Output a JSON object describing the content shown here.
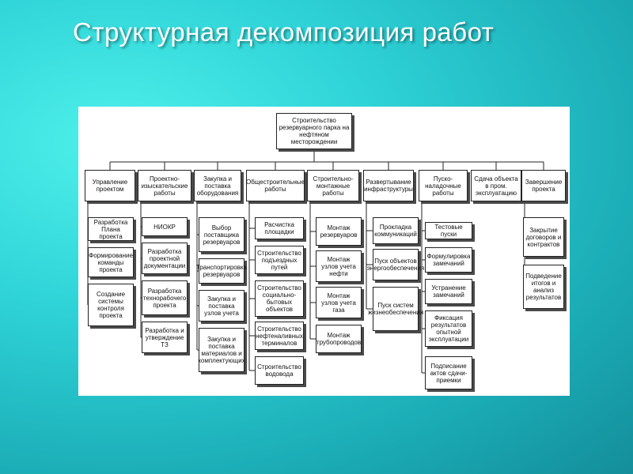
{
  "title": "Структурная декомпозиция работ",
  "root": "Строительство резервуарного парка на нефтяном месторождении",
  "branches": [
    {
      "label": "Управление проектом",
      "children": [
        "Разработка Плана проекта",
        "Формирование команды проекта",
        "Создание системы контроля проекта"
      ]
    },
    {
      "label": "Проектно-изыскательские работы",
      "children": [
        "НИОКР",
        "Разработка проектной документации",
        "Разработка технорабочего проекта",
        "Разработка и утверждение ТЗ"
      ]
    },
    {
      "label": "Закупка и поставка оборудования",
      "children": [
        "Выбор поставщика резервуаров",
        "Транспортировка резервуаров",
        "Закупка и поставка узлов учета",
        "Закупка и поставка материалов и комплектующих"
      ]
    },
    {
      "label": "Общестроительные работы",
      "children": [
        "Расчистка площадки",
        "Строительство подъездных путей",
        "Строительство социально-бытовых объектов",
        "Строительство нефтеналивных терминалов",
        "Строительство водовода"
      ]
    },
    {
      "label": "Строительно-монтажные работы",
      "children": [
        "Монтаж резервуаров",
        "Монтаж узлов учета нефти",
        "Монтаж узлов учета газа",
        "Монтаж трубопроводов"
      ]
    },
    {
      "label": "Развертывание инфраструктуры",
      "children": [
        "Прокладка коммуникаций",
        "Пуск объектов энергообеспечения",
        "Пуск систем жизнеобеспечения"
      ]
    },
    {
      "label": "Пуско-наладочные работы",
      "children": [
        "Тестовые пуски",
        "Формулировка замечаний",
        "Устранение замечаний",
        "Фиксация результатов опытной эксплуатации",
        "Подписание актов сдачи-приемки"
      ]
    },
    {
      "label": "Сдача объекта в пром. эксплуатацию",
      "children": []
    },
    {
      "label": "Завершение проекта",
      "children": [
        "Закрытие договоров и контрактов",
        "Подведение итогов и анализ результатов"
      ]
    }
  ]
}
